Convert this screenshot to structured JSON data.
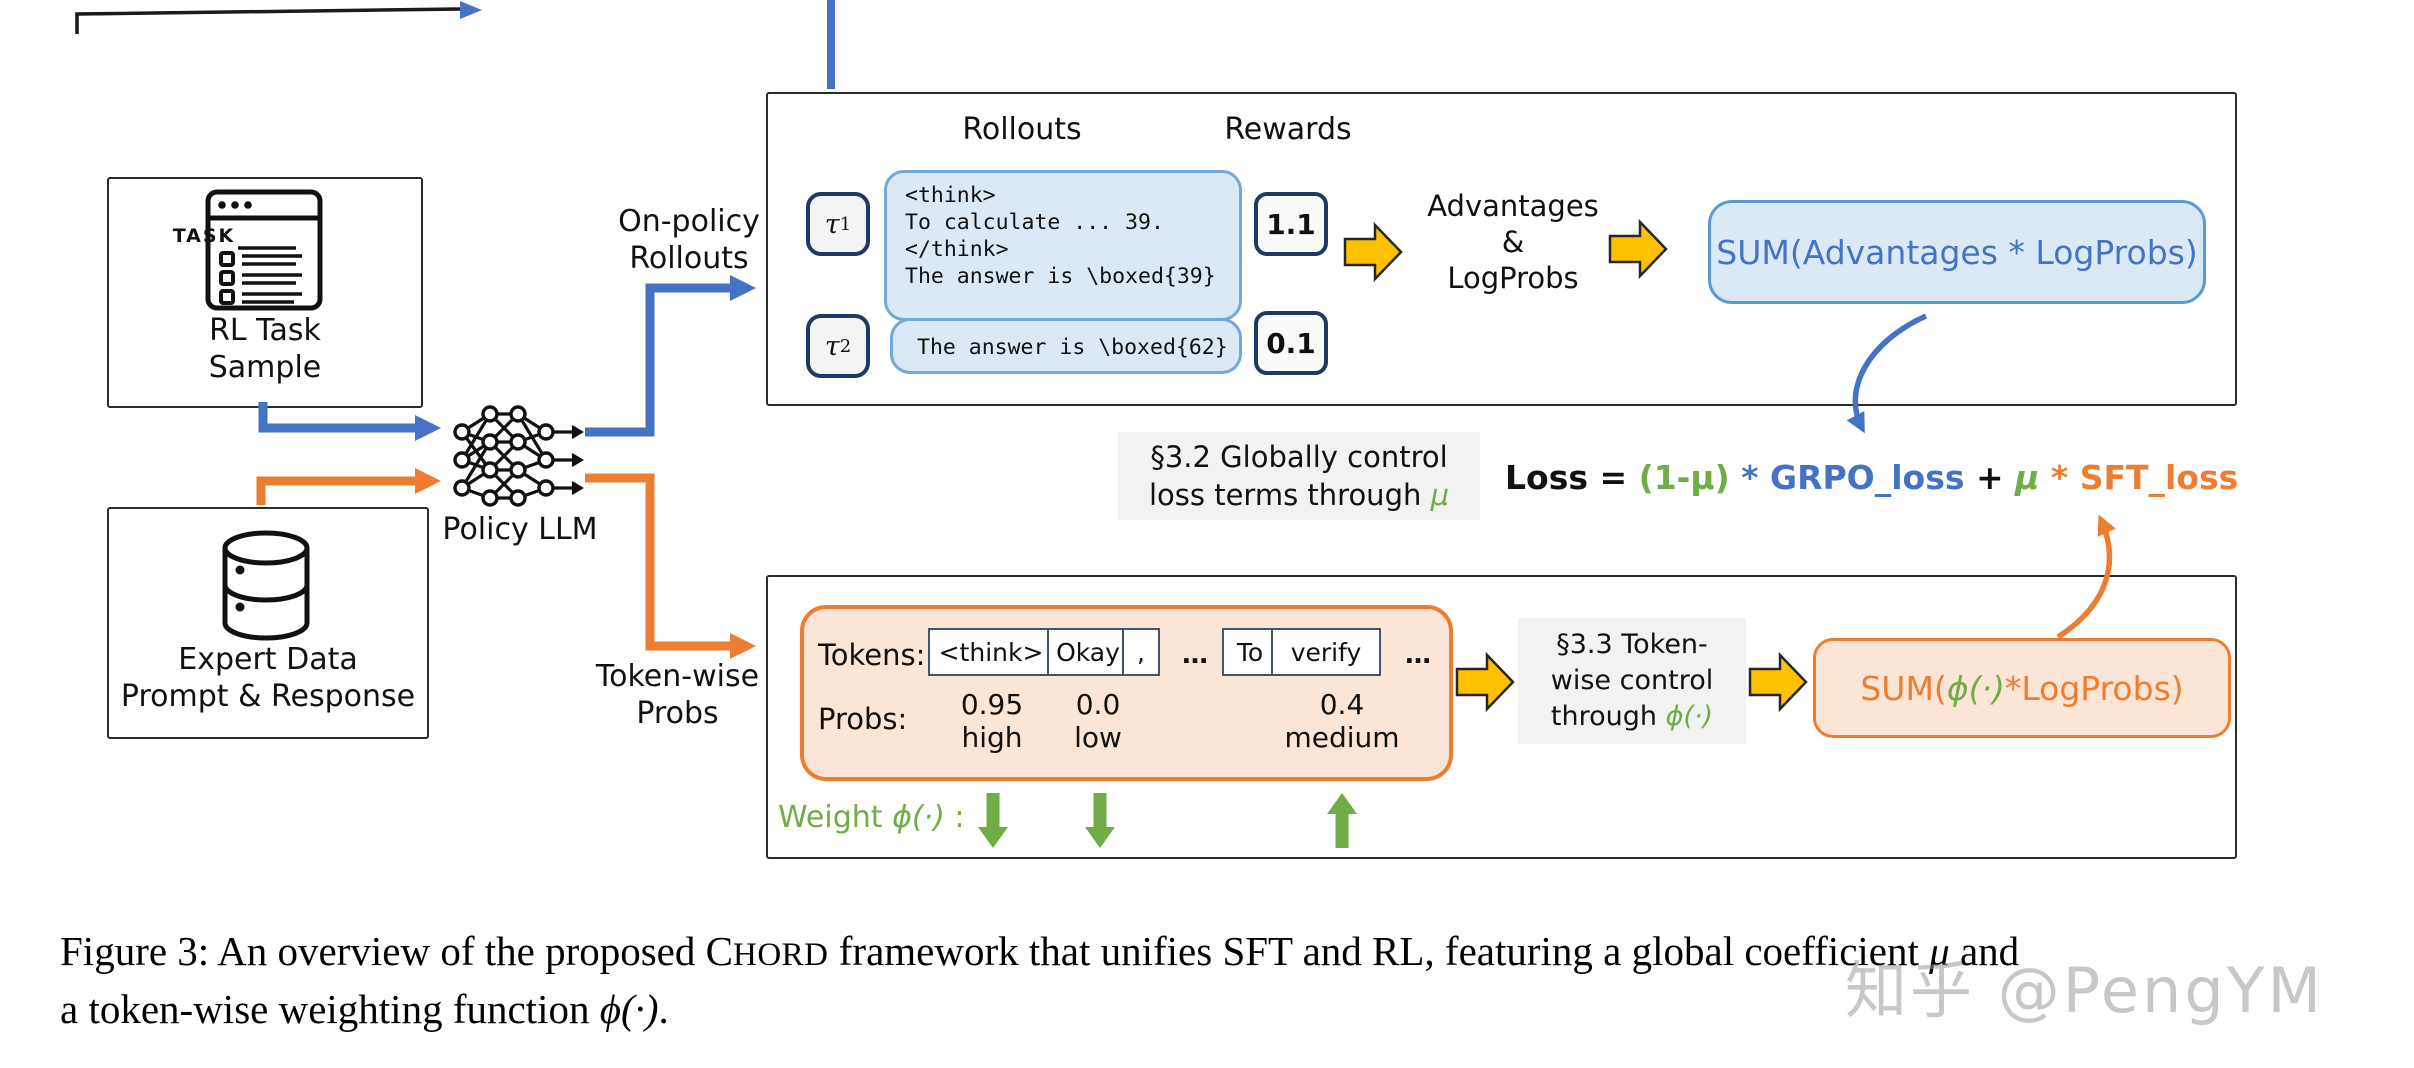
{
  "colors": {
    "blue": "#4472C4",
    "blue_fill": "#DBE9F7",
    "blue_border": "#5B9BD5",
    "orange": "#ED7D31",
    "orange_fill": "#FBE5D6",
    "yellow": "#FFC000",
    "green": "#70AD47",
    "gray_fill": "#F2F2F2",
    "navy_border": "#1F3864"
  },
  "sources": {
    "rl_task": {
      "icon_title": "TASK",
      "label_line1": "RL Task",
      "label_line2": "Sample"
    },
    "expert_data": {
      "label_line1": "Expert Data",
      "label_line2": "Prompt & Response"
    }
  },
  "policy_llm": {
    "label": "Policy LLM"
  },
  "flow_labels": {
    "on_policy_line1": "On-policy",
    "on_policy_line2": "Rollouts",
    "token_wise_line1": "Token-wise",
    "token_wise_line2": "Probs"
  },
  "rollout_panel": {
    "rollouts_header": "Rollouts",
    "rewards_header": "Rewards",
    "tau1_symbol": "τ",
    "tau1_sub": "1",
    "tau2_symbol": "τ",
    "tau2_sub": "2",
    "rollout1_lines": [
      "<think>",
      "To calculate ... 39.",
      "</think>",
      "The answer is \\boxed{39}"
    ],
    "rollout2_line": "The answer is \\boxed{62}",
    "reward1": "1.1",
    "reward2": "0.1",
    "advantages_line1": "Advantages",
    "advantages_line2": "&",
    "advantages_line3": "LogProbs",
    "sum_formula": "SUM(Advantages * LogProbs)"
  },
  "global_control_note": {
    "line1": "§3.2 Globally control",
    "line2_text": "loss terms through ",
    "mu": "μ"
  },
  "loss_equation": {
    "loss": "Loss",
    "eq": " = ",
    "one_minus_mu": "(1-μ)",
    "star1": " * ",
    "grpo": "GRPO_loss",
    "plus": " + ",
    "mu": "μ",
    "star2": " * ",
    "sft": "SFT_loss"
  },
  "token_panel": {
    "tokens_label": "Tokens:",
    "token1": "<think>",
    "token2": "Okay",
    "token3": ",",
    "dots1": "…",
    "token4": "To",
    "token5": "verify",
    "dots2": "…",
    "probs_label": "Probs:",
    "prob1_value": "0.95",
    "prob1_level": "high",
    "prob2_value": "0.0",
    "prob2_level": "low",
    "prob3_value": "0.4",
    "prob3_level": "medium"
  },
  "weight_label": {
    "text": "Weight ",
    "phi": "ϕ(·)",
    "colon": " :"
  },
  "token_control_note": {
    "line1": "§3.3 Token-",
    "line2": "wise control",
    "line3_text": "through ",
    "phi": "ϕ(·)"
  },
  "sft_sum": {
    "prefix": "SUM(",
    "phi": "ϕ(·)",
    "star": " * ",
    "suffix": "LogProbs)"
  },
  "caption": {
    "line1_before_chord": "Figure 3: An overview of the proposed ",
    "chord_initial": "C",
    "chord_rest": "HORD",
    "line1_after_chord": " framework that unifies SFT and RL, featuring a global coefficient ",
    "mu": "μ",
    "line1_end": " and",
    "line2_text": "a token-wise weighting function ",
    "phi": "ϕ(·)",
    "period": "."
  },
  "watermark": "知乎 @PengYM"
}
